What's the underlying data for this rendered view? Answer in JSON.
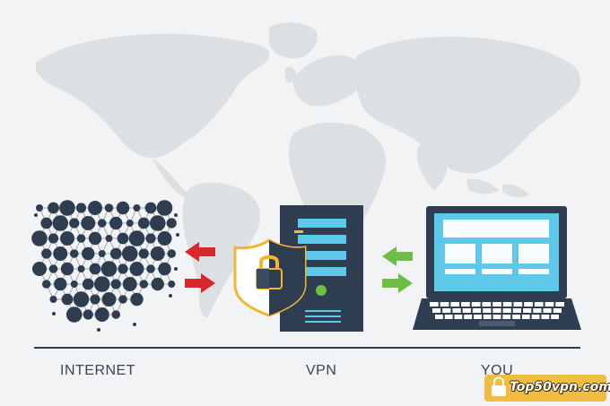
{
  "labels": {
    "internet": "INTERNET",
    "vpn": "VPN",
    "you": "YOU"
  },
  "watermark": {
    "text": "Top50vpn.com",
    "icon": "padlock-icon"
  },
  "icons": {
    "network": "network-globe-icon",
    "shield": "shield-lock-icon",
    "server": "server-icon",
    "laptop": "laptop-icon",
    "arrows_internet": "red-arrows-icon",
    "arrows_you": "green-arrows-icon",
    "map": "world-map"
  },
  "colors": {
    "background": "#f2f3f4",
    "map": "#dde0e3",
    "navy": "#2f3d51",
    "accent_blue": "#5ec8ea",
    "red_arrow": "#d9272e",
    "green_arrow": "#6cbe45",
    "shield_gold": "#f2b630",
    "label": "#3a4455"
  }
}
